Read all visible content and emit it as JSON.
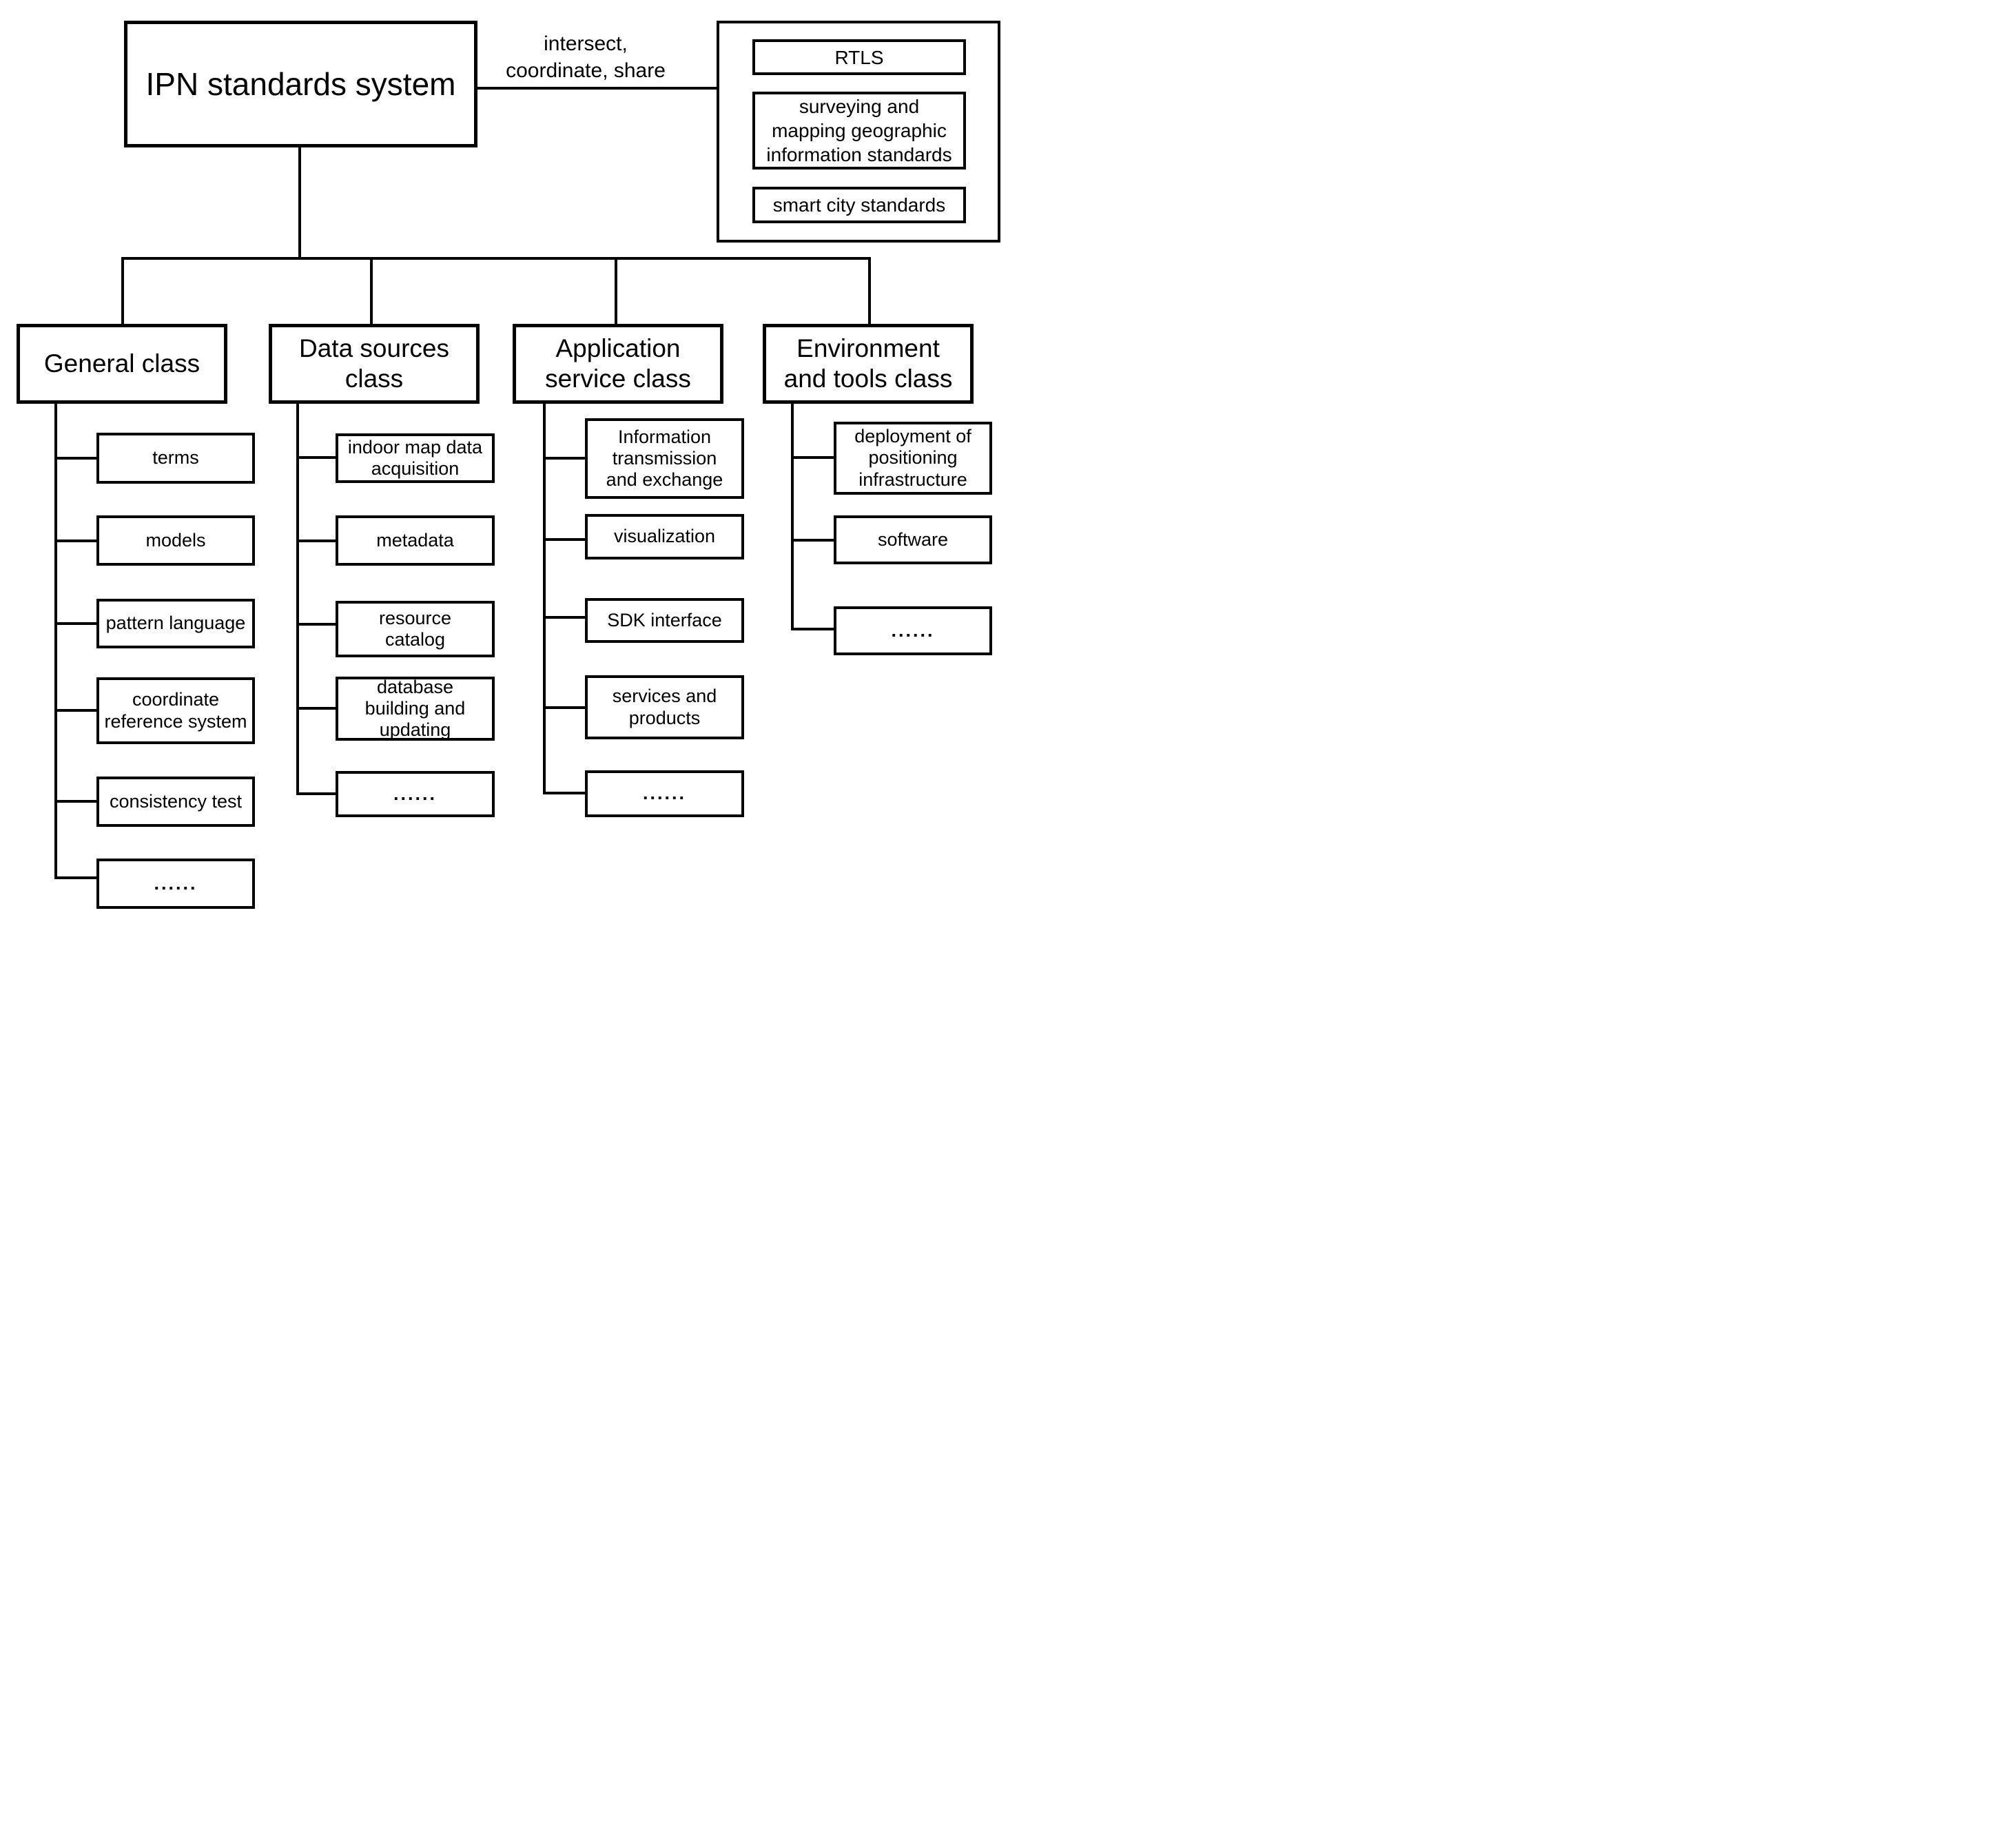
{
  "root_node": {
    "label": "IPN standards system"
  },
  "relation": {
    "label_lines": [
      "intersect,",
      "coordinate, share"
    ]
  },
  "related_standards": {
    "rtls": {
      "label_lines": [
        "RTLS"
      ]
    },
    "surveying": {
      "label_lines": [
        "surveying and",
        "mapping geographic",
        "information standards"
      ]
    },
    "smart_city": {
      "label_lines": [
        "smart city standards"
      ]
    }
  },
  "classes": [
    {
      "title_lines": [
        "General class"
      ],
      "children": [
        {
          "label_lines": [
            "terms"
          ]
        },
        {
          "label_lines": [
            "models"
          ]
        },
        {
          "label_lines": [
            "pattern language"
          ]
        },
        {
          "label_lines": [
            "coordinate",
            "reference system"
          ]
        },
        {
          "label_lines": [
            "consistency test"
          ]
        },
        {
          "label_lines": [
            "......"
          ]
        }
      ]
    },
    {
      "title_lines": [
        "Data sources",
        "class"
      ],
      "children": [
        {
          "label_lines": [
            "indoor map data",
            "acquisition"
          ]
        },
        {
          "label_lines": [
            "metadata"
          ]
        },
        {
          "label_lines": [
            "resource",
            "catalog"
          ]
        },
        {
          "label_lines": [
            "database",
            "building and",
            "updating"
          ]
        },
        {
          "label_lines": [
            "......"
          ]
        }
      ]
    },
    {
      "title_lines": [
        "Application",
        "service class"
      ],
      "children": [
        {
          "label_lines": [
            "Information",
            "transmission",
            "and exchange"
          ]
        },
        {
          "label_lines": [
            "visualization"
          ]
        },
        {
          "label_lines": [
            "SDK interface"
          ]
        },
        {
          "label_lines": [
            "services and",
            "products"
          ]
        },
        {
          "label_lines": [
            "......"
          ]
        }
      ]
    },
    {
      "title_lines": [
        "Environment",
        "and tools class"
      ],
      "children": [
        {
          "label_lines": [
            "deployment of",
            "positioning",
            "infrastructure"
          ]
        },
        {
          "label_lines": [
            "software"
          ]
        },
        {
          "label_lines": [
            "......"
          ]
        }
      ]
    }
  ],
  "colors": {
    "line": "#000000",
    "text": "#000000",
    "background": "#ffffff"
  }
}
